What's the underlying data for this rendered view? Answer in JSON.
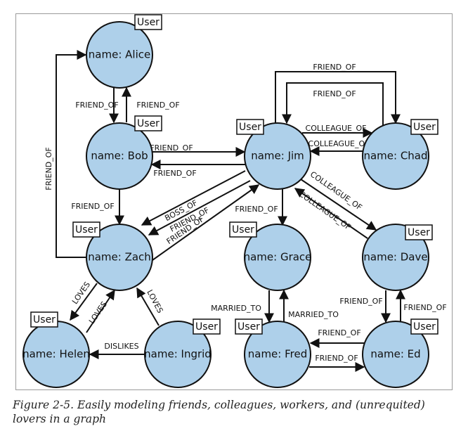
{
  "figure": {
    "caption": "Figure 2-5. Easily modeling friends, colleagues, workers, and (unrequited) lovers in a graph"
  },
  "colors": {
    "node_fill": "#aed0ea",
    "stroke": "#111111"
  },
  "node_tag": "User",
  "nodes": [
    {
      "id": "alice",
      "label": "name: Alice"
    },
    {
      "id": "bob",
      "label": "name: Bob"
    },
    {
      "id": "jim",
      "label": "name: Jim"
    },
    {
      "id": "chad",
      "label": "name: Chad"
    },
    {
      "id": "zach",
      "label": "name: Zach"
    },
    {
      "id": "grace",
      "label": "name: Grace"
    },
    {
      "id": "dave",
      "label": "name: Dave"
    },
    {
      "id": "helen",
      "label": "name: Helen"
    },
    {
      "id": "ingrid",
      "label": "name: Ingrid"
    },
    {
      "id": "fred",
      "label": "name: Fred"
    },
    {
      "id": "ed",
      "label": "name: Ed"
    }
  ],
  "edges": [
    {
      "from": "alice",
      "to": "bob",
      "label": "FRIEND_OF"
    },
    {
      "from": "bob",
      "to": "alice",
      "label": "FRIEND_OF"
    },
    {
      "from": "zach",
      "to": "alice",
      "label": "FRIEND_OF"
    },
    {
      "from": "bob",
      "to": "zach",
      "label": "FRIEND_OF"
    },
    {
      "from": "bob",
      "to": "jim",
      "label": "FRIEND_OF"
    },
    {
      "from": "jim",
      "to": "bob",
      "label": "FRIEND_OF"
    },
    {
      "from": "jim",
      "to": "chad",
      "label": "FRIEND_OF"
    },
    {
      "from": "chad",
      "to": "jim",
      "label": "FRIEND_OF"
    },
    {
      "from": "jim",
      "to": "chad",
      "label": "COLLEAGUE_OF"
    },
    {
      "from": "chad",
      "to": "jim",
      "label": "COLLEAGUE_OF"
    },
    {
      "from": "jim",
      "to": "zach",
      "label": "BOSS_OF"
    },
    {
      "from": "jim",
      "to": "zach",
      "label": "FRIEND_OF"
    },
    {
      "from": "zach",
      "to": "jim",
      "label": "FRIEND_OF"
    },
    {
      "from": "jim",
      "to": "grace",
      "label": "FRIEND_OF"
    },
    {
      "from": "jim",
      "to": "dave",
      "label": "COLLEAGUE_OF"
    },
    {
      "from": "dave",
      "to": "jim",
      "label": "COLLEAGUE_OF"
    },
    {
      "from": "zach",
      "to": "helen",
      "label": "LOVES"
    },
    {
      "from": "helen",
      "to": "zach",
      "label": "LOVES"
    },
    {
      "from": "ingrid",
      "to": "zach",
      "label": "LOVES"
    },
    {
      "from": "ingrid",
      "to": "helen",
      "label": "DISLIKES"
    },
    {
      "from": "grace",
      "to": "fred",
      "label": "MARRIED_TO"
    },
    {
      "from": "fred",
      "to": "grace",
      "label": "MARRIED_TO"
    },
    {
      "from": "dave",
      "to": "ed",
      "label": "FRIEND_OF"
    },
    {
      "from": "ed",
      "to": "dave",
      "label": "FRIEND_OF"
    },
    {
      "from": "ed",
      "to": "fred",
      "label": "FRIEND_OF"
    },
    {
      "from": "fred",
      "to": "ed",
      "label": "FRIEND_OF"
    }
  ]
}
